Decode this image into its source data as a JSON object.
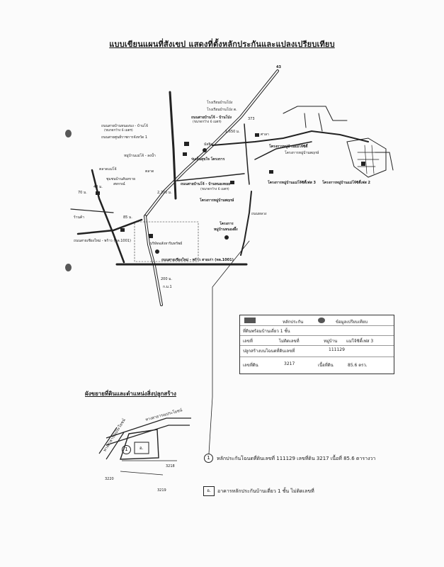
{
  "title": "แบบเขียนแผนที่สังเขป แสดงที่ตั้งหลักประกันและแปลงเปรียบเทียบ",
  "map": {
    "road_km": "43",
    "labels": {
      "school_north": "โรงเรียนบ้านโป่ง",
      "school_north2": "โรงเรียนบ้านโป่ง ต.",
      "road_main": "ถนนสายบ้านโจ้ - บ้านโป่ง",
      "road_main_w": "(ขนาดกว้าง 6 เมตร)",
      "road_373": "373",
      "route_left1": "ถนนสายบ้านหนองบง - บ้านโจ้",
      "route_left1_w": "(ขนาดกว้าง 6 เมตร)",
      "route_left2": "ถนนสายศูนย์ราชการจังหวัด 1",
      "city_hall": "ศาลา",
      "ref_dist": "1,650 ม.",
      "village_sign": "หมู่บ้านแม่โจ้ - ลงน้ำ",
      "mosque": "มัสยิด",
      "bank": "ตลาด",
      "project1": "โครงการหมู่บ้านแม่โจ้ซิตี้",
      "project2": "ร่มเย็นสุขใจ โครงการ",
      "dist_2200": "2,200 ม.",
      "dist_40": "40 ม.",
      "dist_85": "85 ม.",
      "dist_200": "200 ม.",
      "project_center": "โครงการหมู่บ้านพฤกษ์",
      "road_mid": "ถนนสายบ้านโจ้ - บ้านหนองหอย",
      "road_mid_w": "(ขนาดกว้าง 6 เมตร)",
      "project3": "โครงการหมู่บ้านพฤกษ์",
      "project4": "โครงการหมู่บ้านแม่โจ้ซิตี้เฟส 3",
      "project5": "โครงการหมู่บ้านแม่โจ้ซิตี้เฟส 2",
      "left_market": "ชุมชนบ้านสันทราย",
      "left_market2": "สหกรณ์",
      "left_sign": "ตลาดแม่โจ้",
      "left_store": "ร้านค้า",
      "left_dist": "70 ม.",
      "left_bottom": "ถนนสายเชียงใหม่ - พร้าว (ทล.1001)",
      "project_field": "โครงการ",
      "project_field2": "หมู่บ้านหนองผึ้ง",
      "lower_label": "บริษัทอสังหาริมทรัพย์",
      "bottom_road": "ถนนสายเชียงใหม่ - พร้าว สายเก่า (ทล.1001)",
      "km_bottom": "ก.ม.1",
      "right_label": "ถนนหลวง"
    }
  },
  "legend": {
    "head_left": "หลักประกัน",
    "head_right": "ข้อมูลเปรียบเทียบ",
    "row1": "ที่ดินพร้อมบ้านเดี่ยว 1 ชั้น",
    "row2_a": "เลขที่",
    "row2_b": "ไม่ติดเลขที่",
    "row2_c": "หมู่บ้าน",
    "row2_d": "แม่โจ้ซิตี้เฟส 3",
    "row3_a": "ปลูกสร้างบนโฉนดที่ดินเลขที่",
    "row3_b": "111129",
    "row4_a": "เลขที่ดิน",
    "row4_b": "3217",
    "row4_c": "เนื้อที่ดิน",
    "row4_d": "85.6 ตรว."
  },
  "inset": {
    "title": "ผังขยายที่ดินและตำแหน่งสิ่งปลูกสร้าง",
    "road_a": "ทางสาธารณประโยชน์",
    "road_b": "ทางสาธารณประโยชน์",
    "lot_label": "อ.",
    "lot_circle": "1",
    "num1": "3218",
    "num2": "3220",
    "num3": "3219"
  },
  "notes": {
    "n1_mark": "1",
    "n1": "หลักประกันโฉนดที่ดินเลขที่ 111129 เลขที่ดิน 3217 เนื้อที่ 85.6 ตารางวา",
    "n2_mark": "อ.",
    "n2": "อาคารหลักประกันบ้านเดี่ยว 1 ชั้น ไม่ติดเลขที่"
  }
}
